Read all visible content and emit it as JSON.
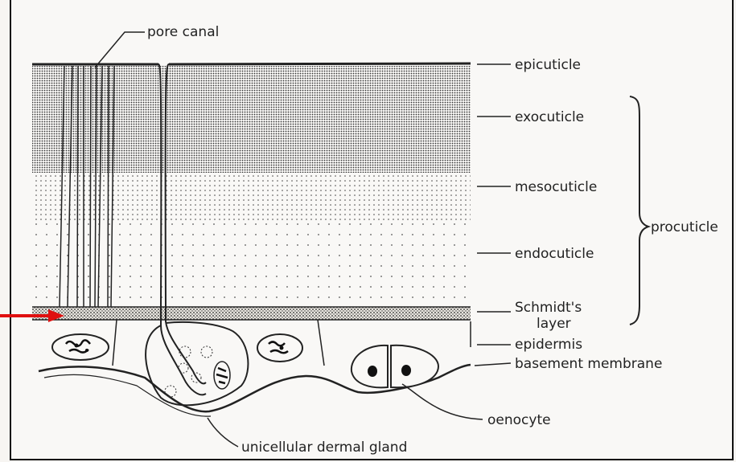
{
  "labels": {
    "pore_canal": "pore canal",
    "epicuticle": "epicuticle",
    "exocuticle": "exocuticle",
    "mesocuticle": "mesocuticle",
    "procuticle": "procuticle",
    "endocuticle": "endocuticle",
    "schmidts_line1": "Schmidt's",
    "schmidts_line2": "layer",
    "epidermis": "epidermis",
    "basement_membrane": "basement membrane",
    "oenocyte": "oenocyte",
    "dermal_gland": "unicellular dermal gland"
  },
  "colors": {
    "ink": "#222222",
    "arrow": "#e01010",
    "paper": "#f9f8f6"
  }
}
